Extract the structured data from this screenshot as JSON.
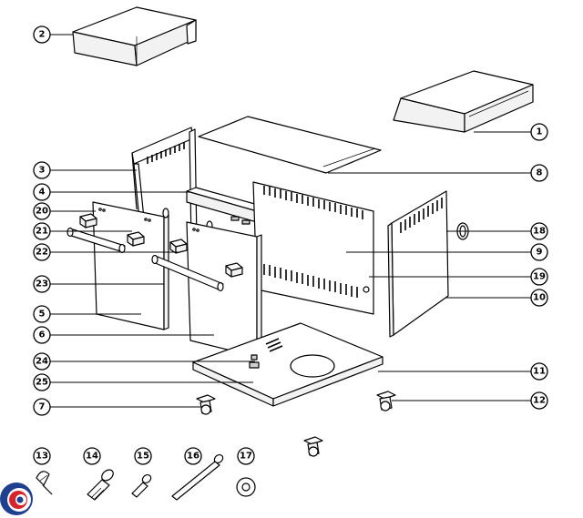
{
  "diagram": {
    "callouts": [
      "1",
      "2",
      "3",
      "4",
      "5",
      "6",
      "7",
      "8",
      "9",
      "10",
      "11",
      "12",
      "13",
      "14",
      "15",
      "16",
      "17",
      "18",
      "19",
      "20",
      "21",
      "22",
      "23",
      "24",
      "25"
    ]
  },
  "colors": {
    "logo_red": "#d6252a",
    "logo_blue": "#1f3f8f"
  }
}
